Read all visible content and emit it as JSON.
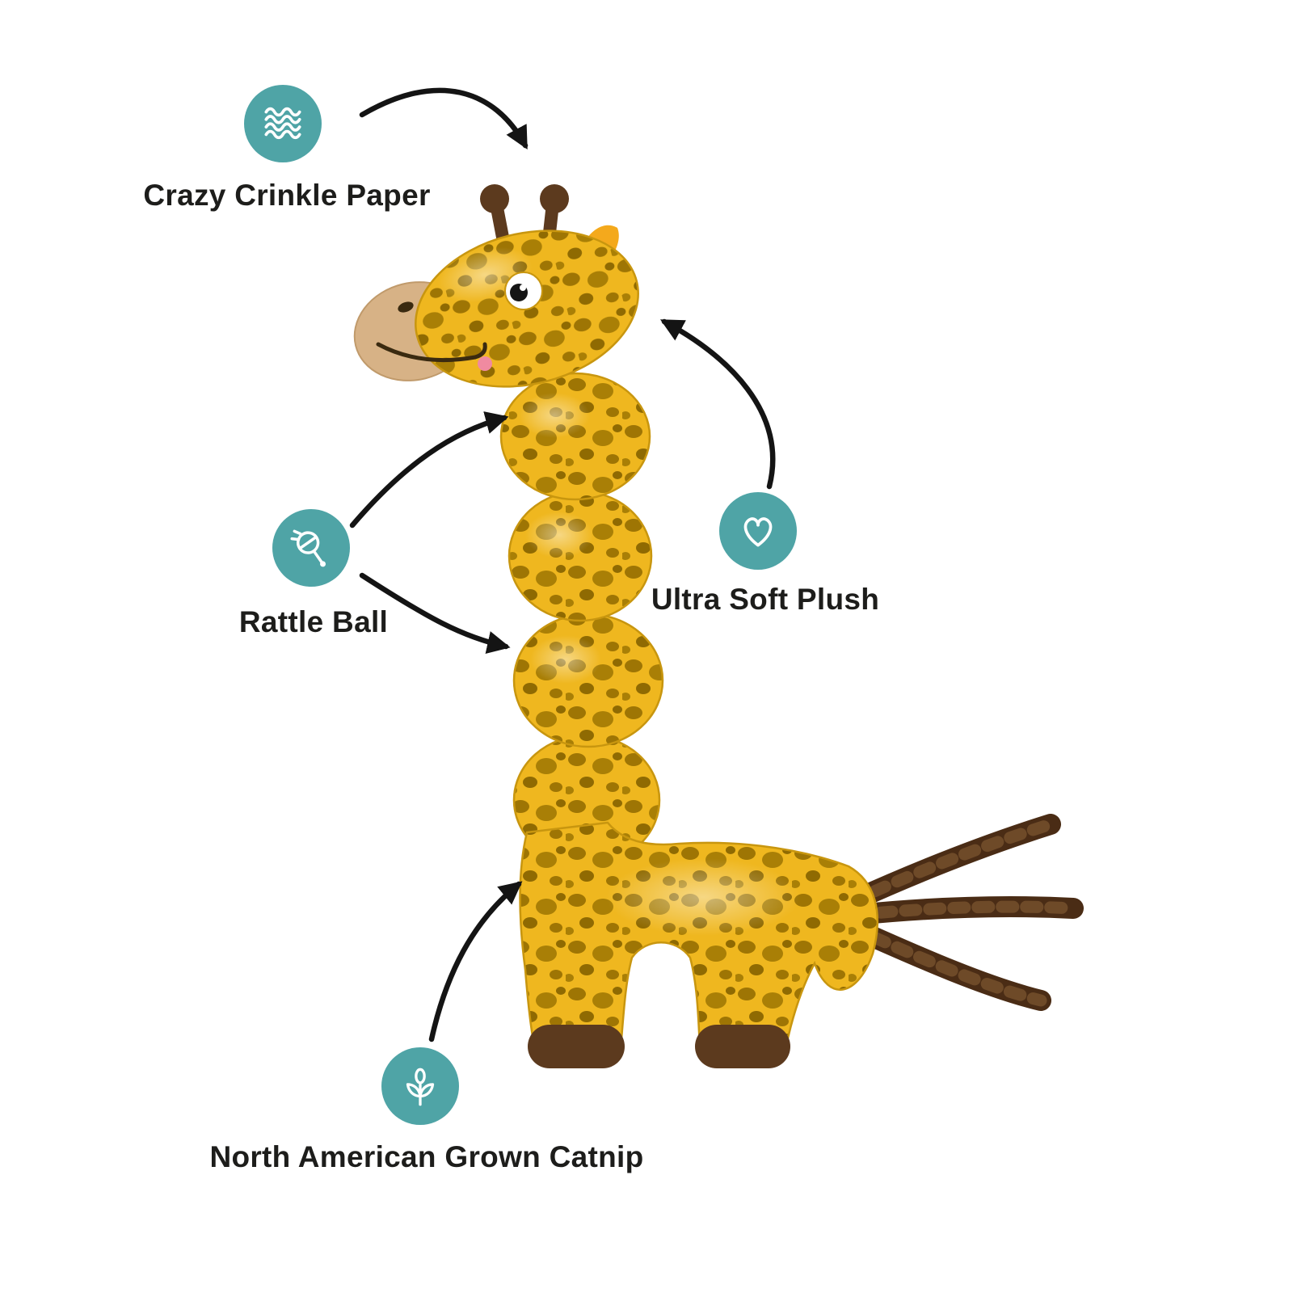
{
  "colors": {
    "teal": "#4FA4A6",
    "gold": "#EFB71F",
    "gold_spot": "#9E7504",
    "brown": "#5C3A1E",
    "muzzle_tan": "#D7B286",
    "ear_orange": "#F4A91C",
    "arrow": "#141414",
    "text": "#1d1d1b",
    "background": "#ffffff"
  },
  "callouts": {
    "crinkle": {
      "label": "Crazy Crinkle Paper",
      "icon": "crinkle-waves-icon"
    },
    "rattle": {
      "label": "Rattle Ball",
      "icon": "rattle-icon"
    },
    "plush": {
      "label": "Ultra Soft Plush",
      "icon": "heart-icon"
    },
    "catnip": {
      "label": "North American Grown Catnip",
      "icon": "leaf-sprout-icon"
    }
  },
  "illustration": {
    "name": "gold-giraffe-plush-cat-toy"
  }
}
